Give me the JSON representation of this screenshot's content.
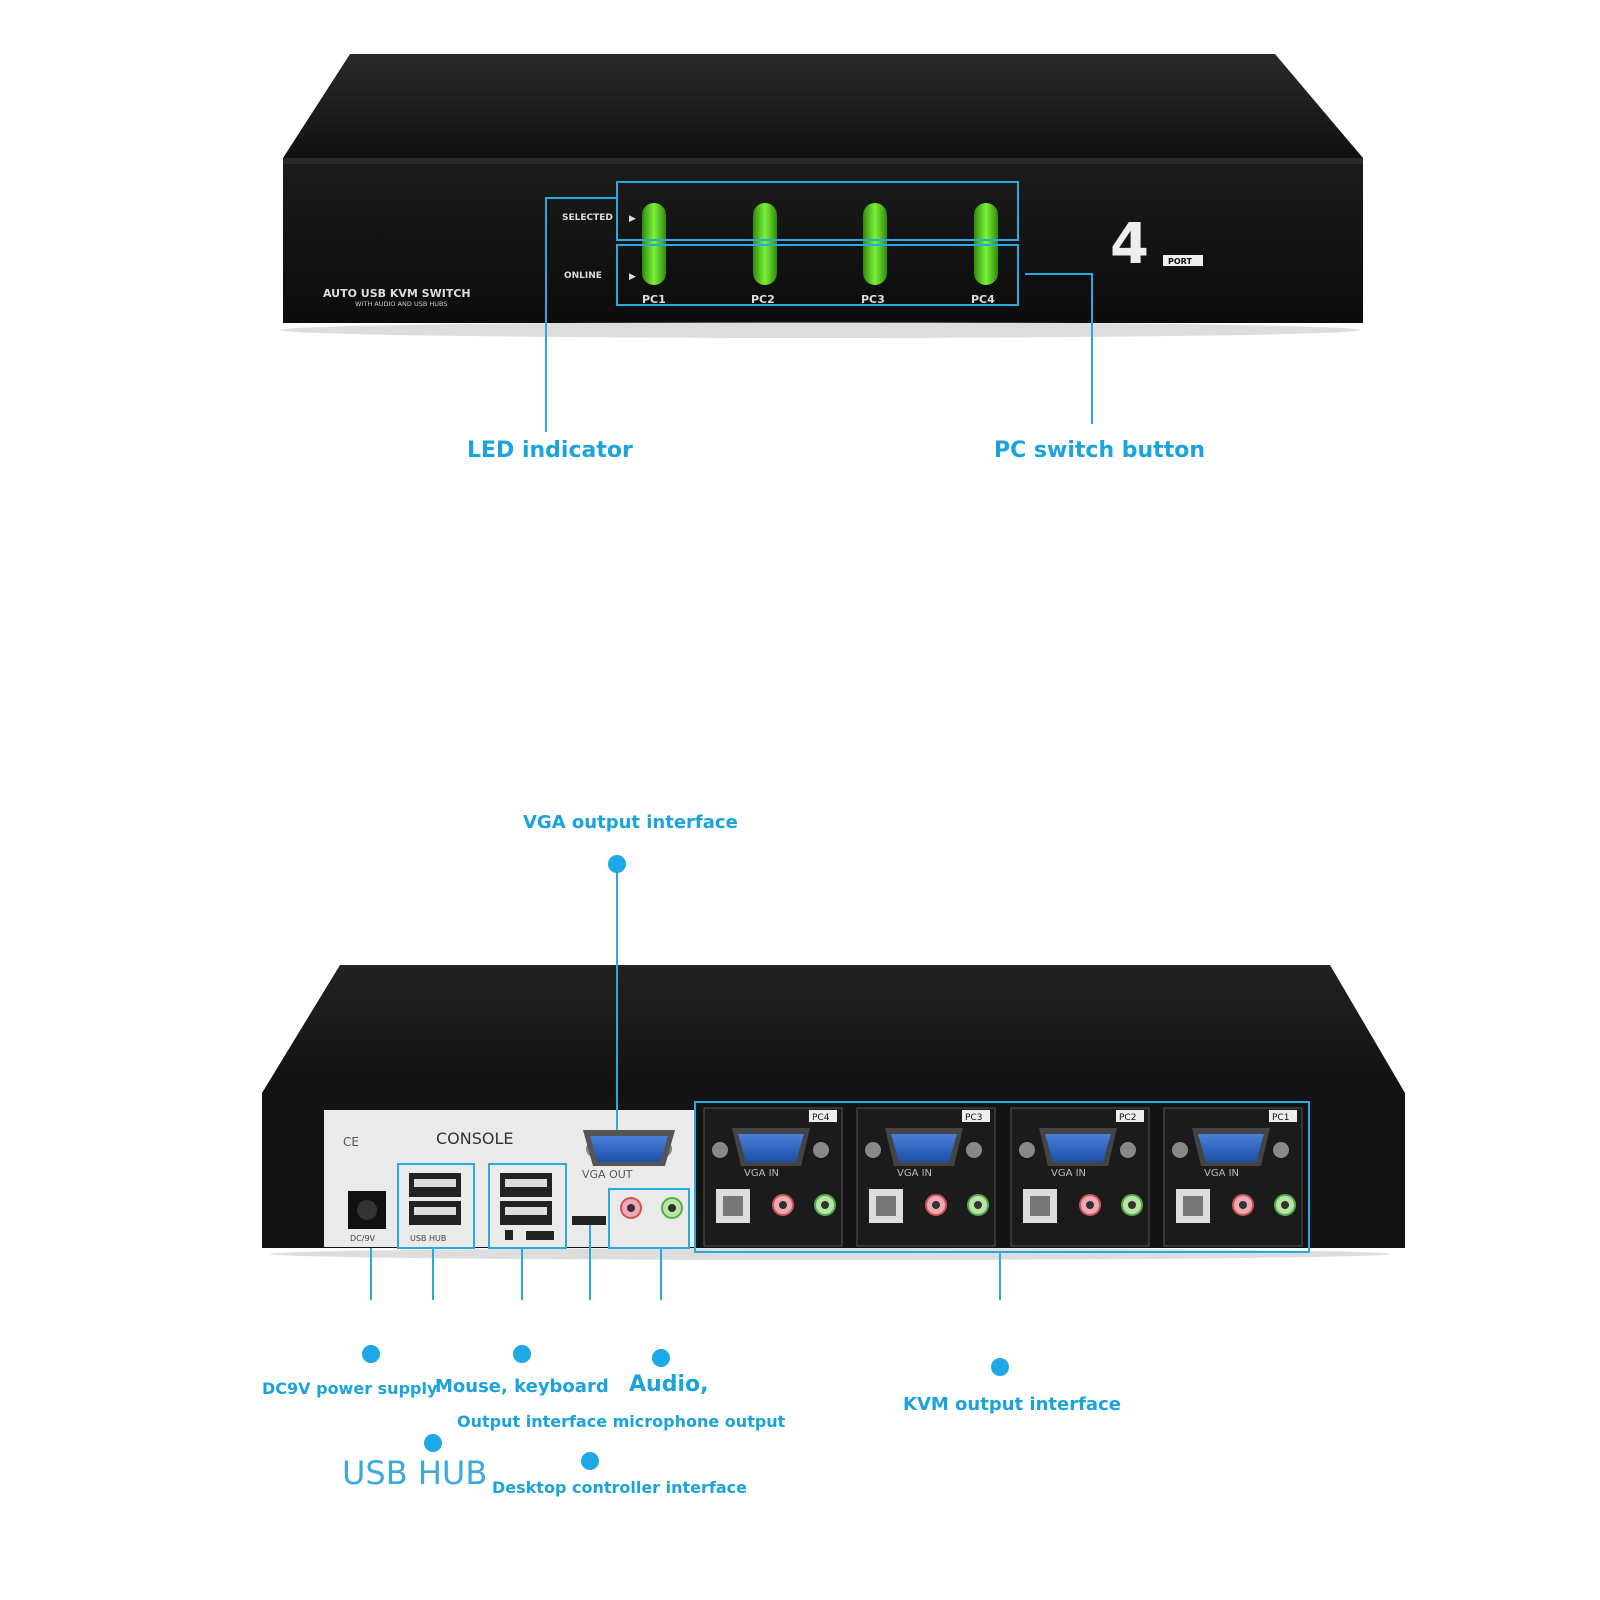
{
  "front_panel": {
    "product_line1": "AUTO USB KVM SWITCH",
    "product_line2": "WITH AUDIO AND USB HUBS",
    "selected_label": "SELECTED",
    "online_label": "ONLINE",
    "port_number": "4",
    "port_word": "PORT",
    "pc_labels": [
      "PC1",
      "PC2",
      "PC3",
      "PC4"
    ]
  },
  "callouts_front": {
    "led_indicator": "LED indicator",
    "pc_switch_button": "PC switch button"
  },
  "rear_panel": {
    "console_label": "CONSOLE",
    "ce_mark": "CE",
    "vga_out_label": "VGA OUT",
    "dc_label": "DC/9V",
    "usb_hub_label": "USB HUB",
    "vga_in_label": "VGA IN",
    "pc_tags": [
      "PC4",
      "PC3",
      "PC2",
      "PC1"
    ]
  },
  "callouts_rear": {
    "vga_output": "VGA output interface",
    "dc_power": "DC9V power supply",
    "mouse_keyboard": "Mouse, keyboard",
    "audio": "Audio,",
    "output_mic": "Output interface microphone output",
    "usb_hub": "USB HUB",
    "desktop_controller": "Desktop controller interface",
    "kvm_output": "KVM output interface"
  },
  "colors": {
    "accent": "#1aa3dc",
    "led_green": "#5ee01f",
    "device_body": "#161616"
  }
}
